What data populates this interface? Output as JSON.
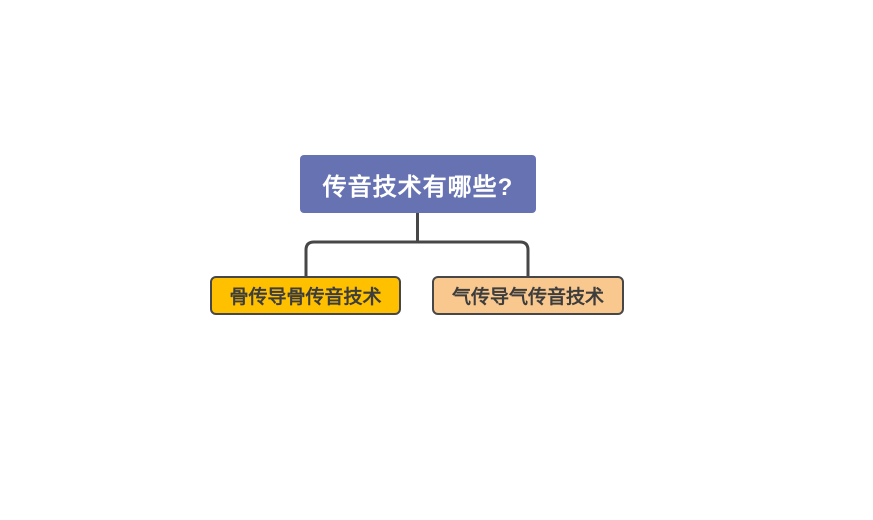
{
  "diagram": {
    "canvas_bg": "#FFFFFF",
    "connector_color": "#474747",
    "root": {
      "label": "传音技术有哪些?",
      "bg": "#6672B2",
      "text_color": "#FFFFFF"
    },
    "children": [
      {
        "label": "骨传导骨传音技术",
        "bg": "#FFC000",
        "text_color": "#3D3D3D"
      },
      {
        "label": "气传导气传音技术",
        "bg": "#F8C88E",
        "text_color": "#3D3D3D"
      }
    ]
  }
}
